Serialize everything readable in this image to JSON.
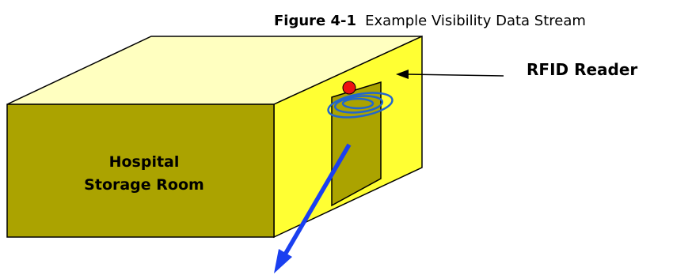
{
  "caption": {
    "label": "Figure 4-1",
    "text": "Example Visibility Data Stream"
  },
  "labels": {
    "reader": "RFID Reader",
    "room_line1": "Hospital",
    "room_line2": "Storage Room"
  },
  "colors": {
    "front_face": "#ABA300",
    "top_face": "#FFFFC0",
    "side_face": "#FFFF33",
    "door": "#ABA300",
    "reader_dot": "#EE1111",
    "signal_waves": "#2266CC",
    "exit_arrow": "#1A3FF0",
    "outline": "#000000"
  },
  "icons": {
    "reader": "red-dot-icon",
    "signal": "radio-wave-icon",
    "exit": "arrow-icon"
  }
}
